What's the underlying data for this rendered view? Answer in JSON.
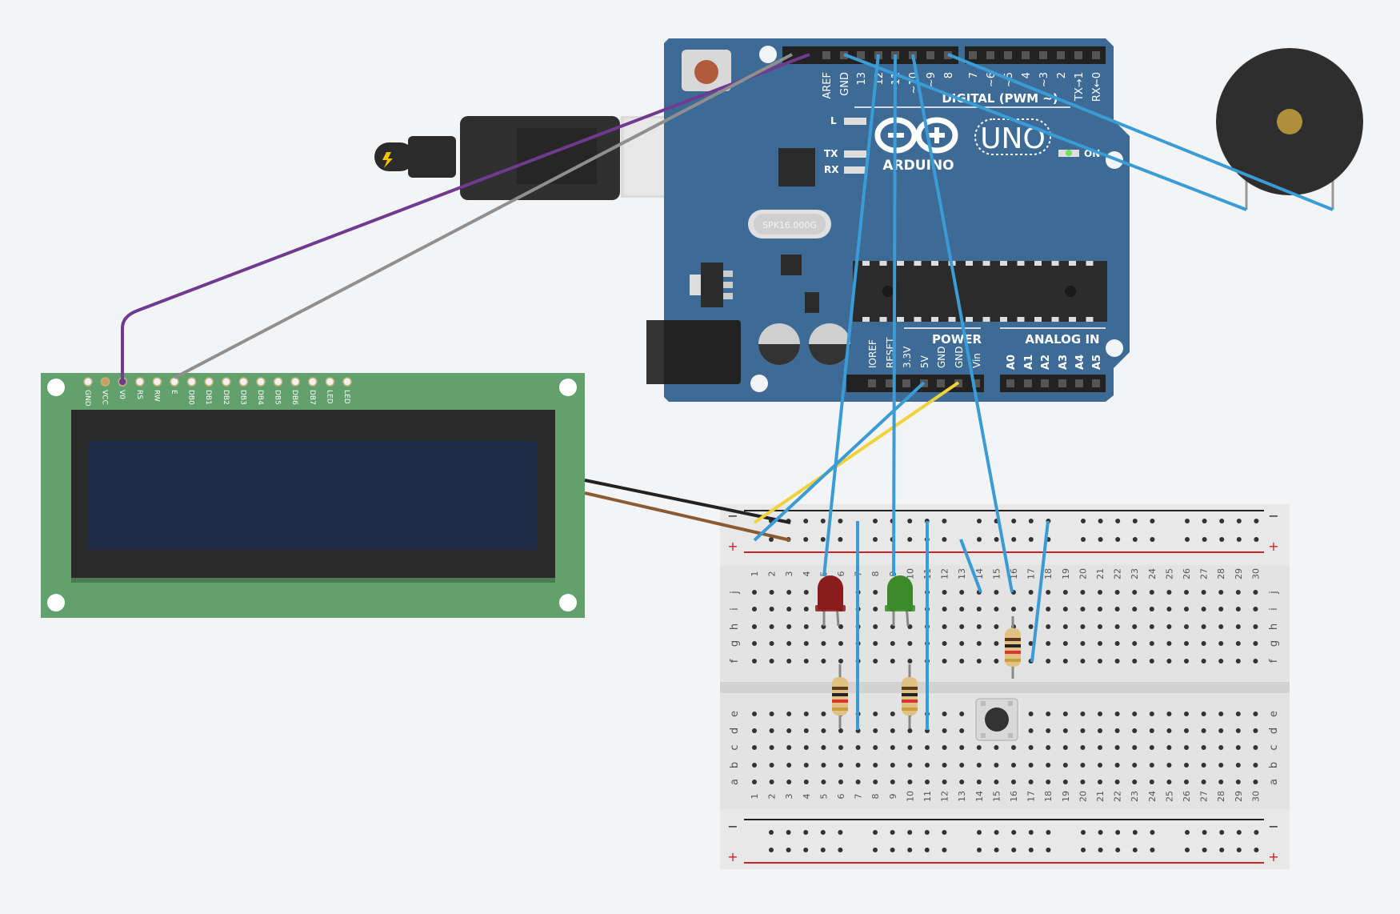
{
  "lcd": {
    "pins": [
      "GND",
      "VCC",
      "V0",
      "RS",
      "RW",
      "E",
      "DB0",
      "DB1",
      "DB2",
      "DB3",
      "DB4",
      "DB5",
      "DB6",
      "DB7",
      "LED",
      "LED"
    ]
  },
  "arduino": {
    "brand": "ARDUINO",
    "model": "UNO",
    "crystal": "SPK16.000G",
    "on_label": "ON",
    "l_label": "L",
    "tx_label": "TX",
    "rx_label": "RX",
    "digital_label": "DIGITAL (PWM ~)",
    "power_label": "POWER",
    "analog_label": "ANALOG IN",
    "digital_pins": [
      "AREF",
      "GND",
      "13",
      "12",
      "~11",
      "~10",
      "~9",
      "8",
      "7",
      "~6",
      "~5",
      "4",
      "~3",
      "2",
      "TX→1",
      "RX←0"
    ],
    "power_pins": [
      "IOREF",
      "RESET",
      "3.3V",
      "5V",
      "GND",
      "GND",
      "Vin"
    ],
    "analog_pins": [
      "A0",
      "A1",
      "A2",
      "A3",
      "A4",
      "A5"
    ]
  },
  "breadboard": {
    "columns": [
      "1",
      "2",
      "3",
      "4",
      "5",
      "6",
      "7",
      "8",
      "9",
      "10",
      "11",
      "12",
      "13",
      "14",
      "15",
      "16",
      "17",
      "18",
      "19",
      "20",
      "21",
      "22",
      "23",
      "24",
      "25",
      "26",
      "27",
      "28",
      "29",
      "30"
    ],
    "rows_top": [
      "j",
      "i",
      "h",
      "g",
      "f"
    ],
    "rows_bottom": [
      "e",
      "d",
      "c",
      "b",
      "a"
    ],
    "rail_minus": "−",
    "rail_plus": "+"
  },
  "colors": {
    "board_blue": "#3e6a96",
    "wire_blue": "#3a9bd5",
    "wire_purple": "#6f3a8f",
    "wire_gray": "#8f8f8f",
    "wire_yellow": "#f0d23a",
    "wire_black": "#222222",
    "wire_brown": "#8a5a32",
    "lcd_green": "#62a06d",
    "led_red": "#8b1c1c",
    "led_green": "#3a8a2a"
  }
}
